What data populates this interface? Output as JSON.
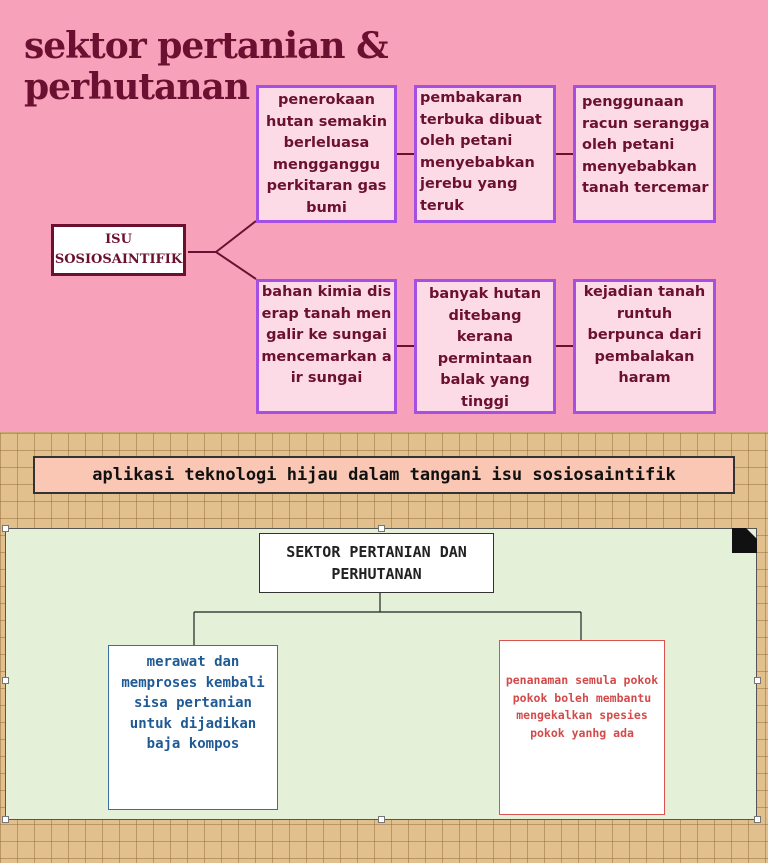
{
  "title": "sektor pertanian & perhutanan",
  "center_label": "ISU SOSIOSAINTIFIK",
  "top_row": [
    "penerokaan hutan semakin berleluasa mengganggu perkitaran gas bumi",
    "pembakaran terbuka dibuat oleh petani menyebabkan jerebu yang teruk",
    "penggunaan racun serangga oleh petani menyebabkan tanah tercemar"
  ],
  "bottom_row": [
    "bahan kimia diserap tanah mengalir ke sungai mencemarkan air sungai",
    "banyak hutan ditebang kerana permintaan balak yang tinggi",
    "kejadian tanah runtuh berpunca dari pembalakan haram"
  ],
  "banner": "aplikasi teknologi hijau dalam tangani isu sosiosaintifik",
  "tree": {
    "root": "SEKTOR PERTANIAN DAN PERHUTANAN",
    "left": "merawat dan memproses kembali sisa pertanian untuk dijadikan baja kompos",
    "right": "penanaman semula pokok pokok boleh membantu mengekalkan spesies pokok yanhg ada"
  },
  "colors": {
    "top_background": "#f7a1bb",
    "title": "#6b1030",
    "box_border": "#a650e3",
    "box_fill": "#fddbe6",
    "panel": "#e4f0d7",
    "grid": "#e1c08e",
    "banner": "#f9c7b4",
    "left_card_text": "#1f5a95",
    "right_card_text": "#d44a4a"
  }
}
